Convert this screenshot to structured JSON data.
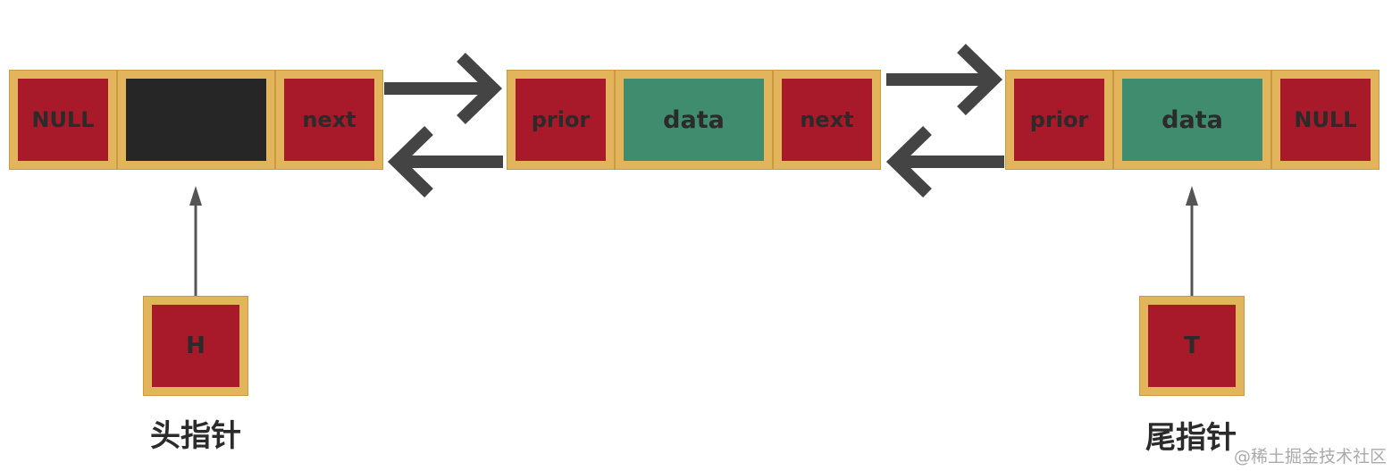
{
  "nodes": [
    {
      "left": "NULL",
      "middle": "",
      "right": "next"
    },
    {
      "left": "prior",
      "middle": "data",
      "right": "next"
    },
    {
      "left": "prior",
      "middle": "data",
      "right": "NULL"
    }
  ],
  "head_pointer": {
    "letter": "H",
    "caption": "头指针"
  },
  "tail_pointer": {
    "letter": "T",
    "caption": "尾指针"
  },
  "watermark": "@稀土掘金技术社区",
  "colors": {
    "frame": "#e2b55c",
    "red_cell": "#a81a2a",
    "data_cell": "#3f8c6e",
    "head_data_cell": "#262626",
    "arrow": "#444444"
  }
}
